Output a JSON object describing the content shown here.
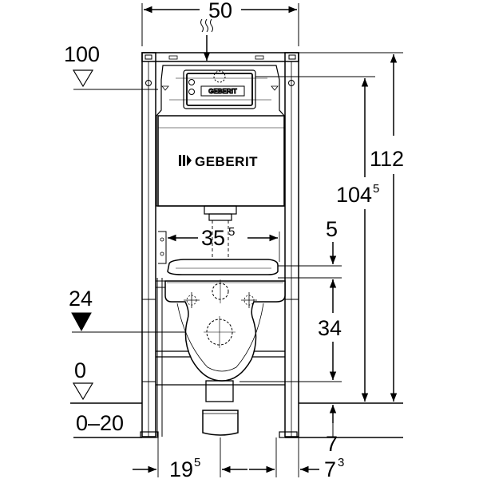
{
  "brand": {
    "logo_text": "GEBERIT"
  },
  "dimensions": {
    "frame_width": "50",
    "level_100": "100",
    "level_24": "24",
    "level_0": "0",
    "floor_range": "0–20",
    "height_total": "112",
    "height_plate_main": "104",
    "height_plate_sup": "5",
    "bowl_depth": "34",
    "seat_gap": "5",
    "bolt_spacing_main": "35",
    "bolt_spacing_sup": "5",
    "foot_depth": "7",
    "bottom_left_main": "19",
    "bottom_left_sup": "5",
    "bottom_right_main": "7",
    "bottom_right_sup": "3"
  },
  "colors": {
    "line": "#000000",
    "background": "#ffffff"
  }
}
